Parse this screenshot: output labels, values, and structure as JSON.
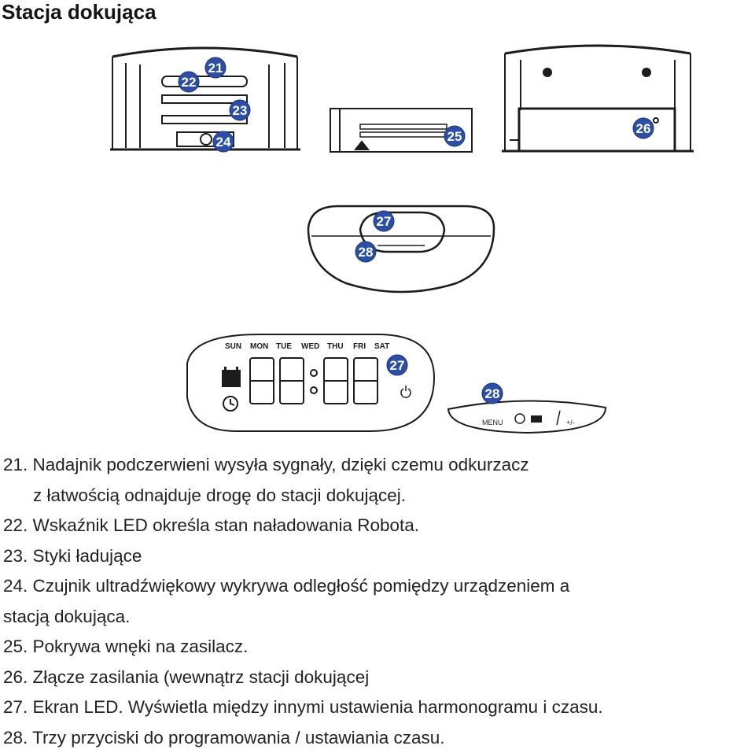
{
  "page": {
    "title": "Stacja dokująca"
  },
  "callouts": [
    "21",
    "22",
    "23",
    "24",
    "25",
    "26",
    "27",
    "28"
  ],
  "led_panel": {
    "days": [
      "SUN",
      "MON",
      "TUE",
      "WED",
      "THU",
      "FRI",
      "SAT"
    ],
    "button_labels": [
      "MENU",
      "+/-"
    ]
  },
  "items": [
    {
      "text": "21. Nadajnik podczerwieni wysyła sygnały, dzięki czemu odkurzacz",
      "cont": "z łatwością odnajduje drogę do stacji dokującej."
    },
    {
      "text": "22. Wskaźnik LED określa stan naładowania Robota."
    },
    {
      "text": "23. Styki ładujące"
    },
    {
      "text": "24. Czujnik ultradźwiękowy wykrywa odległość pomiędzy urządzeniem a",
      "cont2": "stacją dokująca."
    },
    {
      "text": "25. Pokrywa wnęki na zasilacz."
    },
    {
      "text": "26. Złącze zasilania (wewnątrz stacji dokującej"
    },
    {
      "text": "27. Ekran LED. Wyświetla między innymi ustawienia harmonogramu i czasu."
    },
    {
      "text": "28. Trzy przyciski do programowania / ustawiania czasu."
    }
  ],
  "colors": {
    "badge": "#2b4fa8",
    "line": "#1c1c1c"
  }
}
